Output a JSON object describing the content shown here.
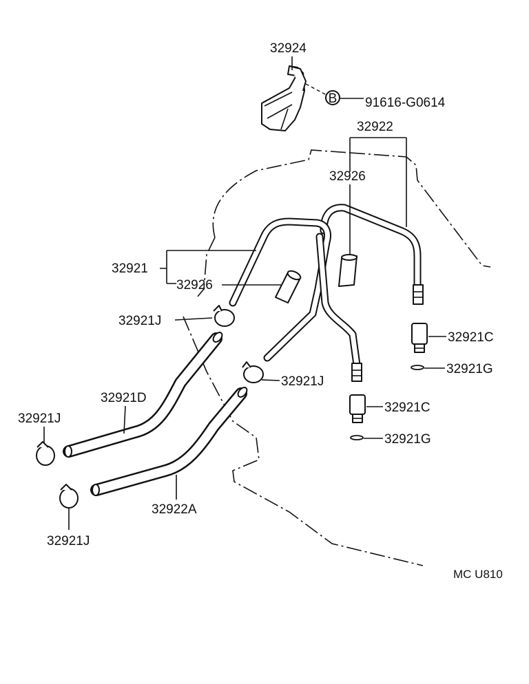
{
  "labels": {
    "bracket": "32924",
    "bolt": "91616-G0614",
    "bolt_mark": "B",
    "pipe_assy_upper": "32922",
    "protector_upper": "32926",
    "pipe_assy_lower": "32921",
    "protector_lower": "32926",
    "clamp_1": "32921J",
    "clamp_2": "32921J",
    "clamp_3": "32921J",
    "clamp_4": "32921J",
    "hose_d": "32921D",
    "hose_a": "32922A",
    "union_1": "32921C",
    "gasket_1": "32921G",
    "union_2": "32921C",
    "gasket_2": "32921G",
    "code": "MC U810"
  }
}
